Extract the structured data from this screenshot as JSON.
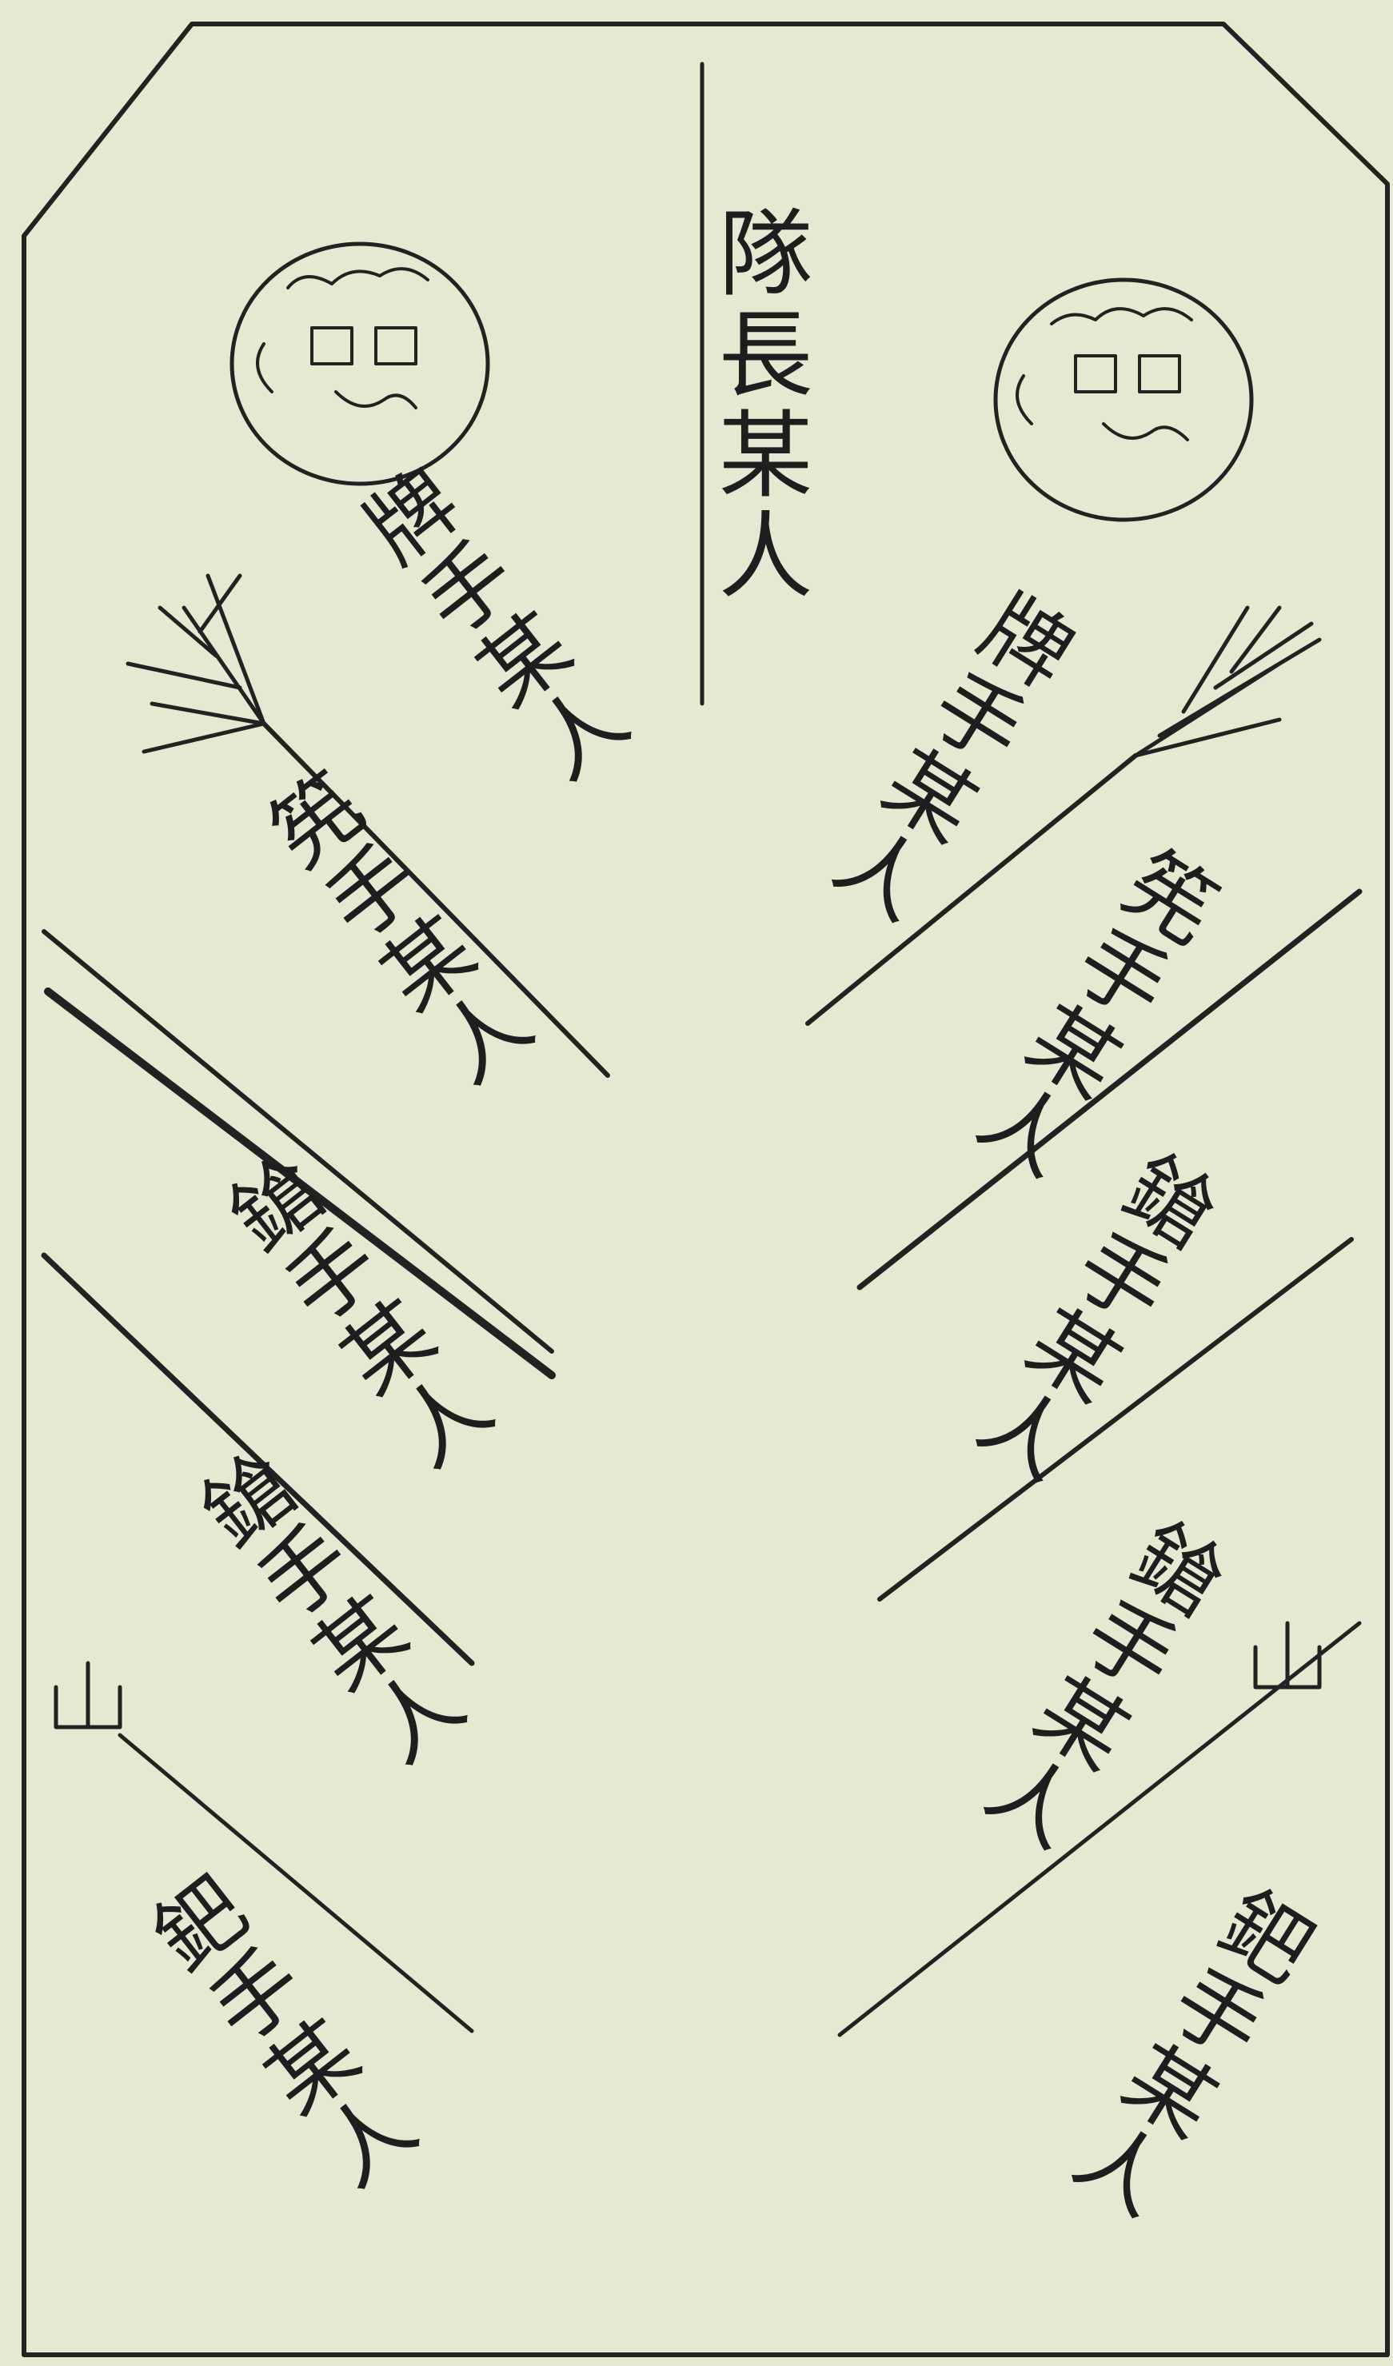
{
  "title": "隊長某人",
  "left_column": [
    {
      "text": "牌手某人"
    },
    {
      "text": "筅手某人"
    },
    {
      "text": "鎗手某人"
    },
    {
      "text": "鎗手某人"
    },
    {
      "text": "鈀手某人"
    }
  ],
  "right_column": [
    {
      "text": "牌手某人"
    },
    {
      "text": "筅手某人"
    },
    {
      "text": "鎗手某人"
    },
    {
      "text": "鎗手某人"
    },
    {
      "text": "鈀手某人"
    }
  ]
}
